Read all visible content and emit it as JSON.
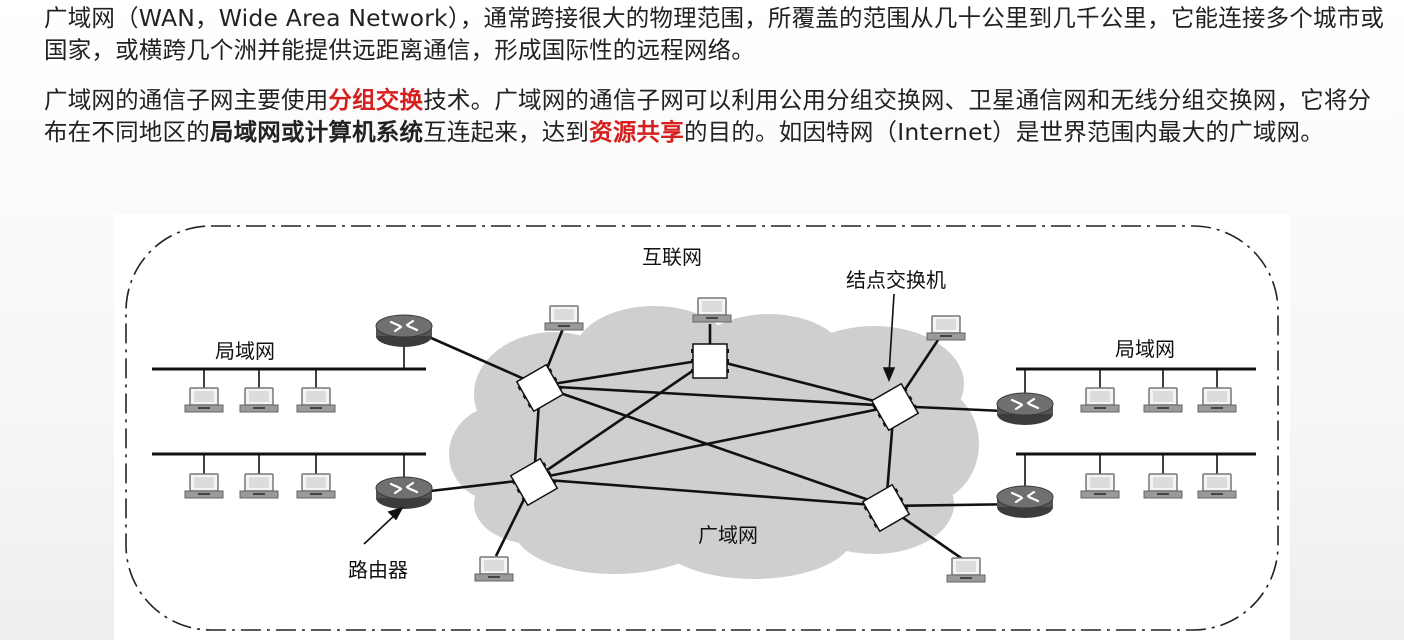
{
  "paragraph1": {
    "text": "广域网（WAN，Wide Area Network），通常跨接很大的物理范围，所覆盖的范围从几十公里到几千公里，它能连接多个城市或国家，或横跨几个洲并能提供远距离通信，形成国际性的远程网络。"
  },
  "paragraph2": {
    "seg1": "广域网的通信子网主要使用",
    "highlight1": "分组交换",
    "seg2": "技术。广域网的通信子网可以利用公用分组交换网、卫星通信网和无线分组交换网，它将分布在不同地区的",
    "bold1": "局域网或计算机系统",
    "seg3": "互连起来，达到",
    "highlight2": "资源共享",
    "seg4": "的目的。如因特网（Internet）是世界范围内最大的广域网。"
  },
  "diagram": {
    "label_internet": "互联网",
    "label_switch": "结点交换机",
    "label_lan_left": "局域网",
    "label_lan_right": "局域网",
    "label_wan": "广域网",
    "label_router": "路由器"
  },
  "colors": {
    "highlight": "#d61f1f",
    "cloud": "#cfcfcf",
    "router": "#555555"
  }
}
